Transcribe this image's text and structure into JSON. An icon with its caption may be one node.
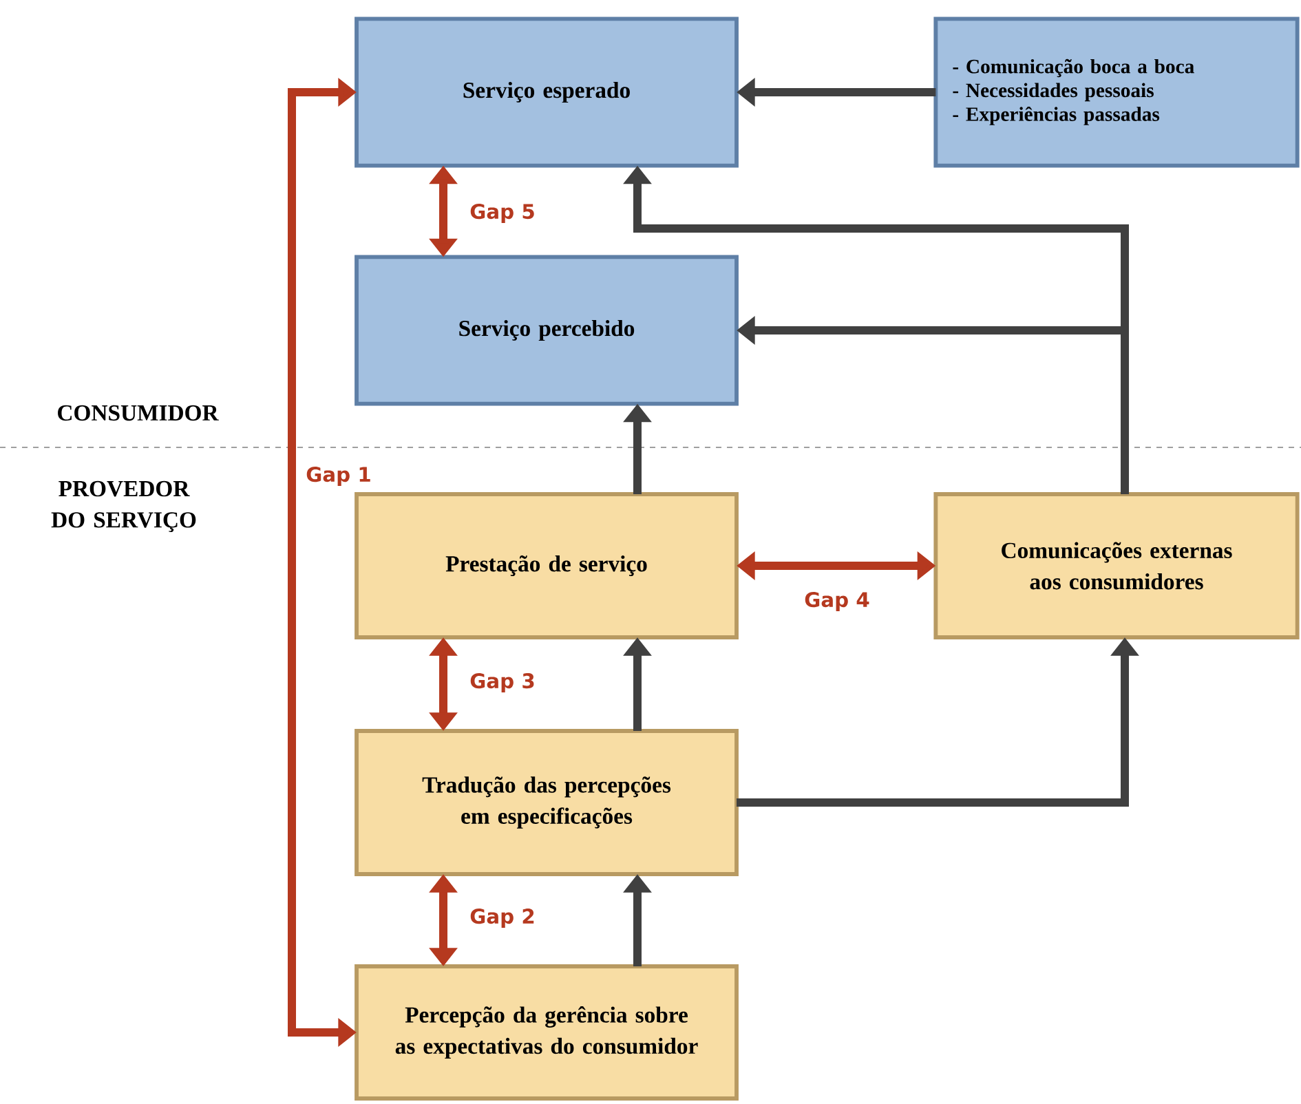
{
  "diagram": {
    "nodes": [
      {
        "text": [
          "Serviço esperado"
        ]
      },
      {
        "text": [
          "- Comunicação boca a boca",
          "- Necessidades pessoais",
          "- Experiências passadas"
        ]
      },
      {
        "text": [
          "Serviço percebido"
        ]
      },
      {
        "text": [
          "Prestação de serviço"
        ]
      },
      {
        "text": [
          "Comunicações externas aos consumidores"
        ]
      },
      {
        "text": [
          "Tradução das percepções em especificações"
        ]
      },
      {
        "text": [
          "Percepção da gerência sobre as expectativas do consumidor"
        ]
      }
    ],
    "edges": [
      {
        "from": 1,
        "to": 0,
        "arrow": "to"
      },
      {
        "from": 4,
        "to": 0,
        "arrow": "to"
      },
      {
        "from": 4,
        "to": 2,
        "arrow": "to"
      },
      {
        "from": 3,
        "to": 2,
        "arrow": "to"
      },
      {
        "from": 5,
        "to": 3,
        "arrow": "to"
      },
      {
        "from": 6,
        "to": 5,
        "arrow": "to"
      },
      {
        "from": 5,
        "to": 4,
        "arrow": "to"
      },
      {
        "from": 0,
        "to": 2,
        "arrow": "both",
        "label": "Gap 5",
        "color": "#b5391f"
      },
      {
        "from": 3,
        "to": 4,
        "arrow": "both",
        "label": "Gap 4",
        "color": "#b5391f"
      },
      {
        "from": 3,
        "to": 5,
        "arrow": "both",
        "label": "Gap 3",
        "color": "#b5391f"
      },
      {
        "from": 5,
        "to": 6,
        "arrow": "both",
        "label": "Gap 2",
        "color": "#b5391f"
      },
      {
        "from": 0,
        "to": 6,
        "arrow": "both",
        "label": "Gap 1",
        "color": "#b5391f"
      }
    ],
    "labels": [
      "CONSUMIDOR",
      "PROVEDOR DO SERVIÇO"
    ]
  }
}
